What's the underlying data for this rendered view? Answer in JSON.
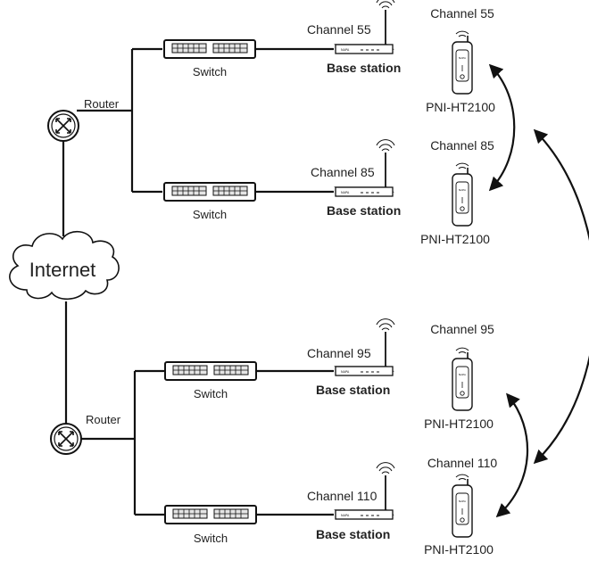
{
  "internet": {
    "label": "Internet"
  },
  "routers": [
    {
      "label": "Router"
    },
    {
      "label": "Router"
    }
  ],
  "switches": [
    {
      "label": "Switch"
    },
    {
      "label": "Switch"
    },
    {
      "label": "Switch"
    },
    {
      "label": "Switch"
    }
  ],
  "base_stations": [
    {
      "channel": "Channel 55",
      "label": "Base station"
    },
    {
      "channel": "Channel 85",
      "label": "Base station"
    },
    {
      "channel": "Channel 95",
      "label": "Base station"
    },
    {
      "channel": "Channel 110",
      "label": "Base station"
    }
  ],
  "handsets": [
    {
      "channel": "Channel 55",
      "label": "PNI-HT2100"
    },
    {
      "channel": "Channel 85",
      "label": "PNI-HT2100"
    },
    {
      "channel": "Channel 95",
      "label": "PNI-HT2100"
    },
    {
      "channel": "Channel 110",
      "label": "PNI-HT2100"
    }
  ],
  "colors": {
    "line": "#111111",
    "device_fill": "#ffffff",
    "port_fill": "#dddddd"
  }
}
